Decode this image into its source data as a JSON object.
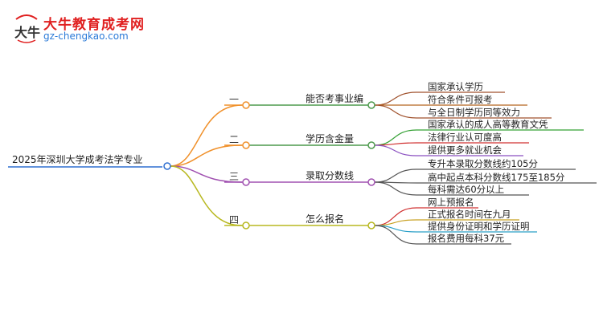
{
  "logo": {
    "title": "大牛教育成考网",
    "url": "gz-chengkao.com",
    "glyph": "大牛"
  },
  "root": {
    "label": "2025年深圳大学成考法学专业",
    "color": "#2f6fd0"
  },
  "branches": [
    {
      "index": "一",
      "label": "能否考事业编",
      "color": "#f0902a",
      "line": "#4d9a4d",
      "children": [
        {
          "label": "国家承认学历",
          "color": "#a0522d"
        },
        {
          "label": "符合条件可报考",
          "color": "#b5651d"
        },
        {
          "label": "与全日制学历同等效力",
          "color": "#a0522d"
        }
      ]
    },
    {
      "index": "二",
      "label": "学历含金量",
      "color": "#f0902a",
      "line": "#4d9a4d",
      "children": [
        {
          "label": "国家承认的成人高等教育文凭",
          "color": "#33a033"
        },
        {
          "label": "法律行业认可度高",
          "color": "#d03030"
        },
        {
          "label": "提供更多就业机会",
          "color": "#8a4fc0"
        }
      ]
    },
    {
      "index": "三",
      "label": "录取分数线",
      "color": "#a050b0",
      "line": "#a050b0",
      "children": [
        {
          "label": "专升本录取分数线约105分",
          "color": "#555555"
        },
        {
          "label": "高中起点本科分数线175至185分",
          "color": "#555555"
        },
        {
          "label": "每科需达60分以上",
          "color": "#555555"
        }
      ]
    },
    {
      "index": "四",
      "label": "怎么报名",
      "color": "#b8b820",
      "line": "#b8b820",
      "children": [
        {
          "label": "网上预报名",
          "color": "#d03030"
        },
        {
          "label": "正式报名时间在九月",
          "color": "#c8a020"
        },
        {
          "label": "提供身份证明和学历证明",
          "color": "#2aa0c8"
        },
        {
          "label": "报名费用每科37元",
          "color": "#555555"
        }
      ]
    }
  ]
}
